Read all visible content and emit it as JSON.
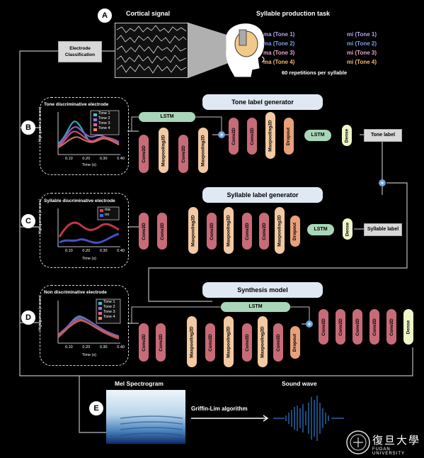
{
  "panel_a": {
    "letter": "A",
    "cortical_title": "Cortical signal",
    "task_title": "Syllable production task",
    "electrode_btn": "Electrode Classification",
    "syllables": [
      {
        "left": "ma (Tone 1)",
        "right": "mi (Tone 1)",
        "color": "#b9a2e8"
      },
      {
        "left": "ma (Tone 2)",
        "right": "mi (Tone 2)",
        "color": "#7fa0e0"
      },
      {
        "left": "ma (Tone 3)",
        "right": "mi (Tone 3)",
        "color": "#e8a4c8"
      },
      {
        "left": "ma (Tone 4)",
        "right": "mi (Tone 4)",
        "color": "#f0b870"
      }
    ],
    "repetitions": "60 repetitions per syllable"
  },
  "panel_b": {
    "letter": "B",
    "plot_title": "Tone discriminative electrode",
    "legend": [
      "Tone 1",
      "Tone 2",
      "Tone 3",
      "Tone 4"
    ],
    "legend_colors": [
      "#40c0d0",
      "#a070e0",
      "#e060a0",
      "#f08060"
    ],
    "ylabel": "High gamma (z-score)",
    "xticks": [
      "0.10",
      "0.20",
      "0.30",
      "0.40"
    ],
    "xlabel": "Time (s)",
    "generator": "Tone label generator",
    "lstm": "LSTM",
    "lstm2": "LSTM",
    "conv": "Conv2D",
    "pool": "Maxpooling2D",
    "dropout": "Dropout",
    "dense": "Dense",
    "out_label": "Tone label"
  },
  "panel_c": {
    "letter": "C",
    "plot_title": "Syllable discriminative electrode",
    "legend": [
      "ma",
      "mi"
    ],
    "legend_colors": [
      "#e04050",
      "#5060e0"
    ],
    "ylabel": "High gamma (z-score)",
    "xticks": [
      "0.10",
      "0.20",
      "0.30",
      "0.40"
    ],
    "xlabel": "Time (s)",
    "generator": "Syllable label generator",
    "lstm": "LSTM",
    "conv": "Conv2D",
    "pool": "Maxpooling2D",
    "dropout": "Dropout",
    "dense": "Dense",
    "out_label": "Syllable label"
  },
  "panel_d": {
    "letter": "D",
    "plot_title": "Non discriminative electrode",
    "legend": [
      "Tone 1",
      "Tone 2",
      "Tone 3",
      "Tone 4"
    ],
    "legend_colors": [
      "#40c0d0",
      "#a070e0",
      "#e060a0",
      "#f08060"
    ],
    "ylabel": "High gamma (z-score)",
    "xticks": [
      "0.10",
      "0.20",
      "0.30",
      "0.40"
    ],
    "xlabel": "Time (s)",
    "generator": "Synthesis model",
    "lstm": "LSTM",
    "conv": "Conv2D",
    "pool": "Maxpooling2D",
    "dropout": "Dropout",
    "dense": "Dense"
  },
  "panel_e": {
    "letter": "E",
    "spectrogram": "Mel Spectrogram",
    "algorithm": "Griffin-Lim algorithm",
    "wave": "Sound wave"
  },
  "logo": {
    "text": "復旦大學",
    "sub": "FUDAN UNIVERSITY"
  }
}
